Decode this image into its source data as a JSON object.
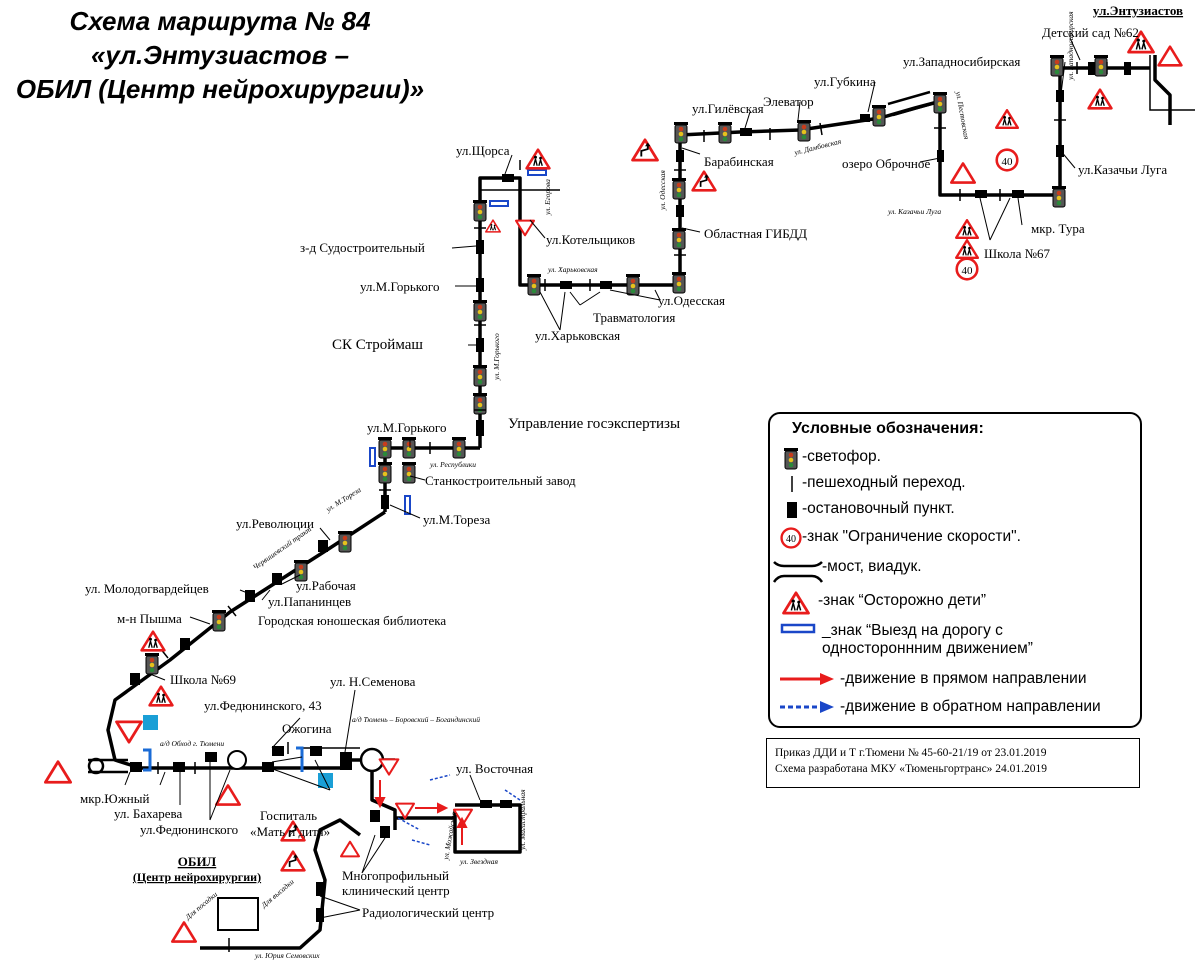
{
  "title": {
    "line1": "Схема маршрута № 84",
    "line2": "«ул.Энтузиастов –",
    "line3": "ОБИЛ (Центр нейрохирургии)»"
  },
  "stops": {
    "entuziastov": "ул.Энтузиастов",
    "detskiy_sad": "Детский сад №62",
    "zapadnosibirskaya": "ул.Западносибирская",
    "gubkina": "ул.Губкина",
    "gilevskaya": "ул.Гилёвская",
    "elevator": "Элеватор",
    "barabinskaya": "Барабинская",
    "ozero": "озеро Оброчное",
    "kazachi_luga": "ул.Казачьи Луга",
    "mkr_tura": "мкр. Тура",
    "shkola67": "Школа №67",
    "shchorsa": "ул.Щорса",
    "kotelshchikov": "ул.Котельщиков",
    "gibdd": "Областная ГИБДД",
    "sudostroitelny": "з-д Судостроительный",
    "m_gorkogo_1": "ул.М.Горького",
    "odesskaya": "ул.Одесская",
    "travmatologiya": "Травматология",
    "kharkovskaya": "ул.Харьковская",
    "sk_stroymash": "СК Строймаш",
    "upravlenie": "Управление госэкспертизы",
    "m_gorkogo_2": "ул.М.Горького",
    "stankostroitelny": "Станкостроительный завод",
    "m_toreza": "ул.М.Тореза",
    "revolyutsii": "ул.Революции",
    "molodogvardeytsev": "ул. Молодогвардейцев",
    "rabochaya": "ул.Рабочая",
    "papanintsev": "ул.Папанинцев",
    "biblioteka": "Городская юношеская библиотека",
    "pyshma": "м-н Пышма",
    "shkola69": "Школа №69",
    "fedyuninskogo43": "ул.Федюнинского, 43",
    "n_semenova": "ул. Н.Семенова",
    "ozhogina": "Ожогина",
    "vostochnaya": "ул. Восточная",
    "mkr_yuzhny": "мкр.Южный",
    "bakhareva": "ул. Бахарева",
    "fedyuninskogo": "ул.Федюнинского",
    "gospital_1": "Госпиталь",
    "gospital_2": "«Мать и дитя»",
    "mnogoprofilny_1": "Многопрофильный",
    "mnogoprofilny_2": "клинический центр",
    "obil_1": "ОБИЛ",
    "obil_2": "(Центр нейрохирургии)",
    "radiologichesky": "Радиологический центр"
  },
  "streets": {
    "pestovskaya": "ул. Пестовская",
    "zapadnosibirskaya": "ул. Западносибирская",
    "dambovskaya": "ул. Дамбовская",
    "kazachi_luga": "ул. Казачьи Луга",
    "odesskaya": "ул. Одесская",
    "kharkovskaya": "ул. Харьковская",
    "m_gorkogo": "ул. М.Горького",
    "respubliki": "ул. Республики",
    "egorova": "ул. Егорова",
    "m_toreza": "ул. М.Тореза",
    "chervishevsky": "Червишевский тракт",
    "obkhod": "а/д Обход г. Тюмени",
    "tyumen_borovsky": "а/д Тюмень – Боровский – Богандинский",
    "mozhaiskaya": "ул. Можайская",
    "zvezdnaya": "ул. Звездная",
    "magistralnaya": "ул. Магистральная",
    "yuriya_semovskikh": "ул. Юрия Семовских",
    "dlya_posadki": "Для посадки",
    "dlya_vysadki": "Для высадки"
  },
  "speed_limit": "40",
  "legend": {
    "title": "Условные обозначения:",
    "items": [
      {
        "icon": "traffic-light-icon",
        "label": "-светофор."
      },
      {
        "icon": "pedestrian-crossing-icon",
        "label": "-пешеходный переход."
      },
      {
        "icon": "bus-stop-icon",
        "label": "-остановочный пункт."
      },
      {
        "icon": "speed-limit-sign-icon",
        "label": "-знак \"Ограничение скорости\"."
      },
      {
        "icon": "bridge-icon",
        "label": "-мост, виадук."
      },
      {
        "icon": "children-warning-sign-icon",
        "label": "-знак “Осторожно дети”"
      },
      {
        "icon": "one-way-exit-sign-icon",
        "label": "_знак “Выезд на дорогу с",
        "label2": "одностороннним движением”"
      },
      {
        "icon": "forward-arrow-icon",
        "label": "-движение в прямом направлении",
        "color": "#e81c1c"
      },
      {
        "icon": "reverse-arrow-icon",
        "label": "-движение в обратном направлении",
        "color": "#1a47c8"
      }
    ]
  },
  "order": {
    "line1": "Приказ ДДИ и Т г.Тюмени № 45-60-21/19 от 23.01.2019",
    "line2": "Схема разработана МКУ «Тюменьгортранс» 24.01.2019"
  },
  "colors": {
    "route": "#000000",
    "warning": "#e81c1c",
    "reverse": "#1a47c8",
    "oneway": "#1a47c8",
    "sign_blue": "#1a9fd6"
  }
}
